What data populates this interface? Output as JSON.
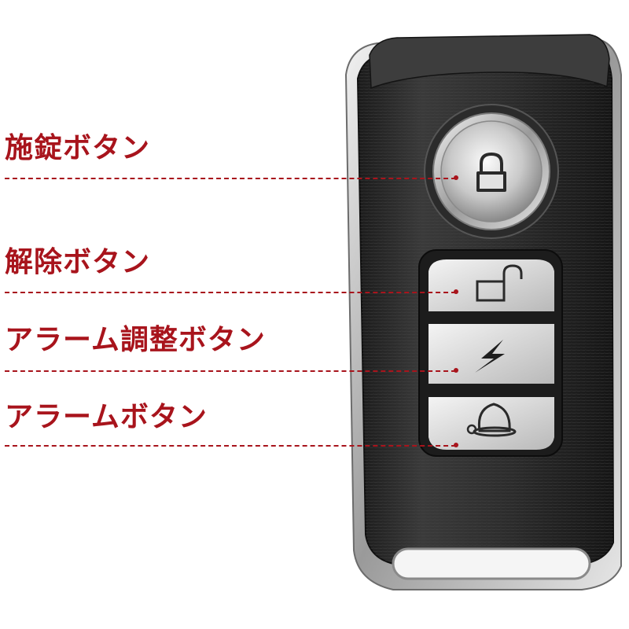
{
  "callouts": [
    {
      "label": "施錠ボタン",
      "target": "lock-button"
    },
    {
      "label": "解除ボタン",
      "target": "unlock-button"
    },
    {
      "label": "アラーム調整ボタン",
      "target": "alarm-adjust-button"
    },
    {
      "label": "アラームボタン",
      "target": "alarm-button"
    }
  ],
  "icons": {
    "lock": "padlock-closed-icon",
    "unlock": "padlock-open-icon",
    "adjust": "lightning-bolt-icon",
    "alarm": "bell-icon"
  },
  "colors": {
    "label": "#a8141c",
    "body": "#2b2b2b",
    "button": "#d9d9d9",
    "chrome": "#c8c8c8"
  }
}
